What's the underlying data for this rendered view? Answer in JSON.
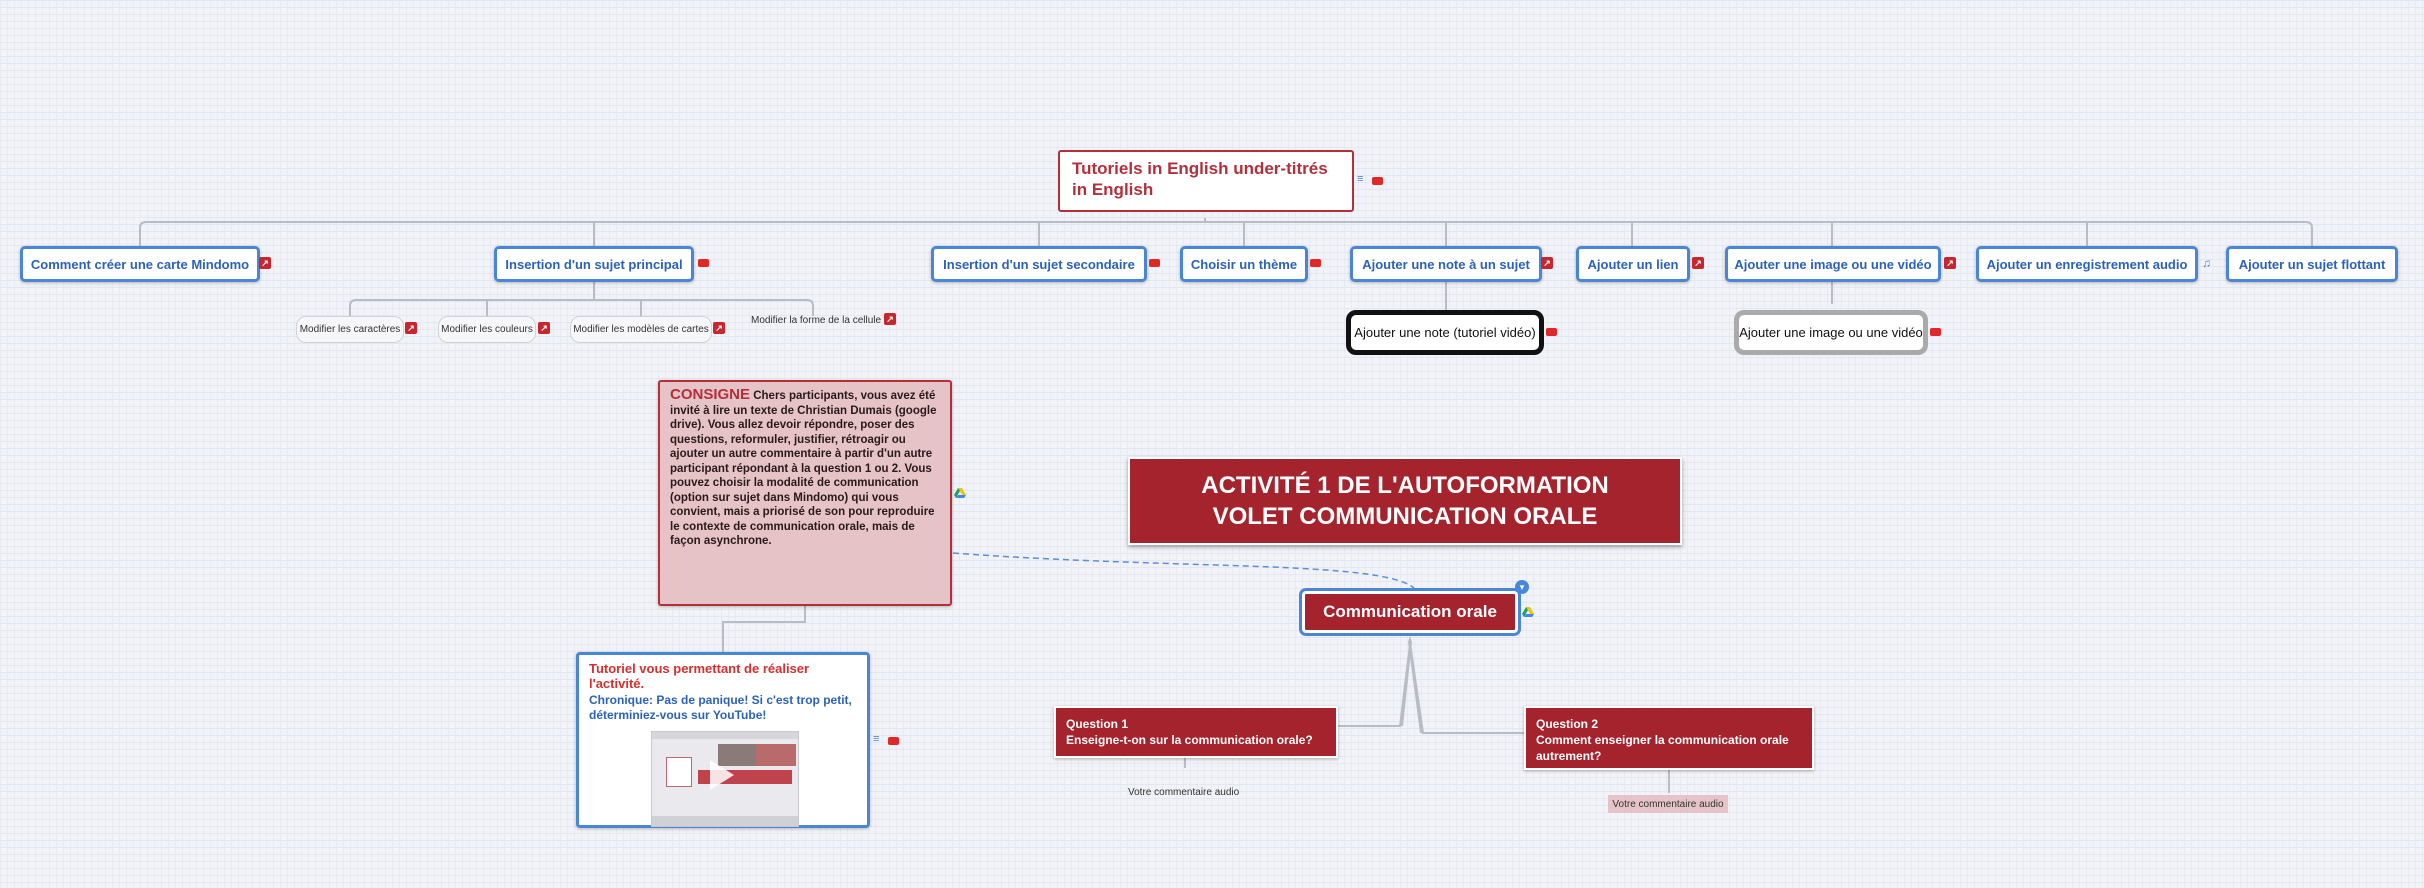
{
  "tutorials_en": {
    "label": "Tutoriels in English under-titrés in English"
  },
  "topics": [
    {
      "label": "Comment créer une carte Mindomo"
    },
    {
      "label": "Insertion d'un sujet principal"
    },
    {
      "label": "Insertion d'un sujet secondaire"
    },
    {
      "label": "Choisir un thème"
    },
    {
      "label": "Ajouter une note à un sujet"
    },
    {
      "label": "Ajouter un lien"
    },
    {
      "label": "Ajouter une image ou une vidéo"
    },
    {
      "label": "Ajouter un enregistrement audio"
    },
    {
      "label": "Ajouter un sujet flottant"
    }
  ],
  "subtopics": [
    {
      "label": "Modifier les caractères"
    },
    {
      "label": "Modifier les couleurs"
    },
    {
      "label": "Modifier les modèles de cartes"
    },
    {
      "label": "Modifier la forme de la cellule"
    }
  ],
  "note_tutorial": {
    "label": "Ajouter une note (tutoriel vidéo)"
  },
  "image_tutorial": {
    "label": "Ajouter une image ou une vidéo"
  },
  "banner": {
    "line1": "ACTIVITÉ 1 DE L'AUTOFORMATION",
    "line2": "VOLET COMMUNICATION ORALE"
  },
  "consigne": {
    "title": "CONSIGNE",
    "text": "Chers participants, vous avez été invité à lire un texte de Christian Dumais (google drive). Vous allez devoir répondre, poser des questions, reformuler, justifier, rétroagir ou ajouter un autre commentaire à partir d'un autre participant répondant à la question 1 ou 2. Vous pouvez choisir la modalité de communication (option sur sujet dans Mindomo) qui vous convient, mais a priorisé de son pour reproduire le contexte de communication orale, mais de façon asynchrone."
  },
  "tutorial_box": {
    "title": "Tutoriel vous permettant de réaliser l'activité.",
    "subtitle": "Chronique: Pas de panique! Si c'est trop petit, déterminiez-vous sur YouTube!"
  },
  "center": {
    "label": "Communication orale"
  },
  "question1": {
    "title": "Question 1",
    "text": "Enseigne-t-on sur la communication orale?",
    "comment": "Votre commentaire audio"
  },
  "question2": {
    "title": "Question 2",
    "text": "Comment enseigner la communication orale autrement?",
    "comment": "Votre commentaire audio"
  },
  "colors": {
    "accent_red": "#a5232d",
    "accent_blue": "#4a86d8",
    "connector": "#b9bcc4"
  },
  "icons": [
    "youtube-icon",
    "external-link-icon",
    "notes-icon",
    "google-drive-icon",
    "audio-icon",
    "collapse-icon"
  ]
}
